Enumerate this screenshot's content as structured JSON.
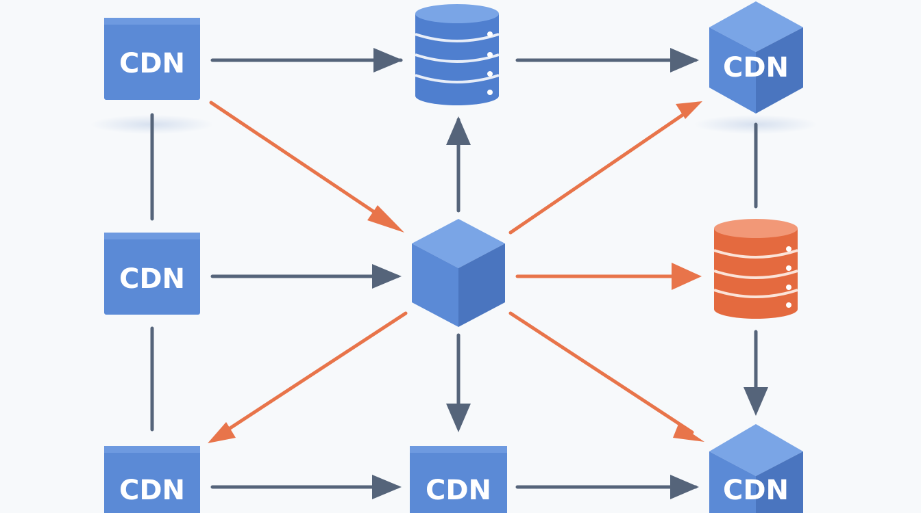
{
  "nodes": {
    "cdn_top_left": {
      "label": "CDN",
      "shape": "box"
    },
    "db_top_center": {
      "label": "",
      "shape": "database",
      "color": "#5b8ad6"
    },
    "cdn_top_right": {
      "label": "CDN",
      "shape": "cube"
    },
    "cdn_mid_left": {
      "label": "CDN",
      "shape": "box"
    },
    "cube_center": {
      "label": "",
      "shape": "cube"
    },
    "db_mid_right": {
      "label": "",
      "shape": "database",
      "color": "#ea7a4e"
    },
    "cdn_bottom_left": {
      "label": "CDN",
      "shape": "box"
    },
    "cdn_bottom_center": {
      "label": "CDN",
      "shape": "box"
    },
    "cdn_bottom_right": {
      "label": "CDN",
      "shape": "cube"
    }
  },
  "colors": {
    "node_blue": "#5b8ad6",
    "node_blue_dark": "#4a75bf",
    "connector_gray": "#55647a",
    "accent_orange": "#e8744a"
  },
  "edges": [
    {
      "from": "cdn_top_left",
      "to": "db_top_center",
      "style": "gray-arrow"
    },
    {
      "from": "db_top_center",
      "to": "cdn_top_right",
      "style": "gray-arrow"
    },
    {
      "from": "cdn_top_left",
      "to": "cube_center",
      "style": "orange-arrow"
    },
    {
      "from": "cube_center",
      "to": "db_top_center",
      "style": "gray-arrow"
    },
    {
      "from": "cube_center",
      "to": "cdn_top_right",
      "style": "orange-arrow"
    },
    {
      "from": "cdn_mid_left",
      "to": "cube_center",
      "style": "gray-arrow"
    },
    {
      "from": "cube_center",
      "to": "db_mid_right",
      "style": "orange-arrow"
    },
    {
      "from": "cube_center",
      "to": "cdn_bottom_left",
      "style": "orange-arrow"
    },
    {
      "from": "cube_center",
      "to": "cdn_bottom_center",
      "style": "gray-arrow"
    },
    {
      "from": "cube_center",
      "to": "cdn_bottom_right",
      "style": "orange-arrow"
    },
    {
      "from": "db_mid_right",
      "to": "cdn_bottom_right",
      "style": "gray-arrow"
    },
    {
      "from": "cdn_bottom_left",
      "to": "cdn_bottom_center",
      "style": "gray-arrow"
    },
    {
      "from": "cdn_bottom_center",
      "to": "cdn_bottom_right",
      "style": "gray-arrow"
    },
    {
      "from": "cdn_top_left",
      "to": "cdn_mid_left",
      "style": "gray-line"
    },
    {
      "from": "cdn_mid_left",
      "to": "cdn_bottom_left",
      "style": "gray-line"
    },
    {
      "from": "cdn_top_right",
      "to": "db_mid_right",
      "style": "gray-line"
    }
  ]
}
